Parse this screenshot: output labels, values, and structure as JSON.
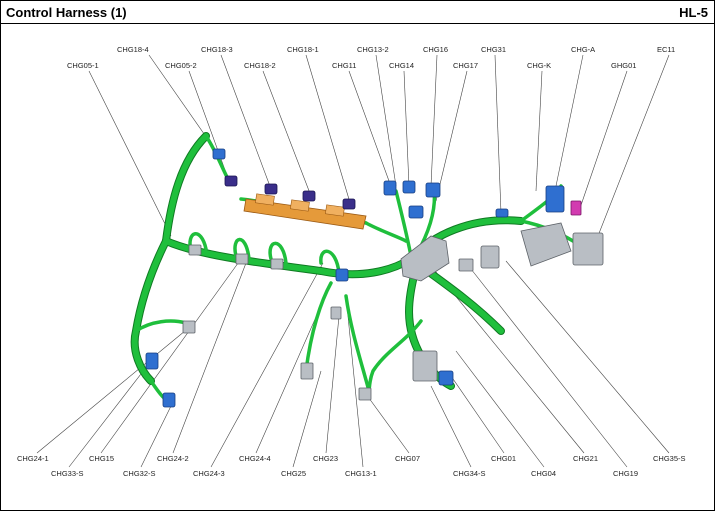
{
  "header": {
    "title": "Control Harness (1)",
    "page_id": "HL-5"
  },
  "colors": {
    "harness": "#1fbf3c",
    "harness_edge": "#0f7a22",
    "connector_blue": "#2f6fd0",
    "connector_gray": "#b9bec4",
    "connector_orange": "#e59a3a",
    "connector_purple": "#3a2e8a",
    "connector_magenta": "#d23bb0",
    "leader_line": "#444444"
  },
  "labels_top": [
    {
      "id": "CHG05-1",
      "text": "CHG05-1"
    },
    {
      "id": "CHG18-4",
      "text": "CHG18-4"
    },
    {
      "id": "CHG05-2",
      "text": "CHG05-2"
    },
    {
      "id": "CHG18-3",
      "text": "CHG18-3"
    },
    {
      "id": "CHG18-2",
      "text": "CHG18-2"
    },
    {
      "id": "CHG18-1",
      "text": "CHG18-1"
    },
    {
      "id": "CHG11",
      "text": "CHG11"
    },
    {
      "id": "CHG13-2",
      "text": "CHG13-2"
    },
    {
      "id": "CHG14",
      "text": "CHG14"
    },
    {
      "id": "CHG16",
      "text": "CHG16"
    },
    {
      "id": "CHG17",
      "text": "CHG17"
    },
    {
      "id": "CHG31",
      "text": "CHG31"
    },
    {
      "id": "CHG-K",
      "text": "CHG-K"
    },
    {
      "id": "CHG-A",
      "text": "CHG-A"
    },
    {
      "id": "GHG01",
      "text": "GHG01"
    },
    {
      "id": "EC11",
      "text": "EC11"
    }
  ],
  "labels_bottom": [
    {
      "id": "CHG24-1",
      "text": "CHG24-1"
    },
    {
      "id": "CHG33-S",
      "text": "CHG33-S"
    },
    {
      "id": "CHG15",
      "text": "CHG15"
    },
    {
      "id": "CHG32-S",
      "text": "CHG32-S"
    },
    {
      "id": "CHG24-2",
      "text": "CHG24-2"
    },
    {
      "id": "CHG24-3",
      "text": "CHG24-3"
    },
    {
      "id": "CHG24-4",
      "text": "CHG24-4"
    },
    {
      "id": "CHG25",
      "text": "CHG25"
    },
    {
      "id": "CHG23",
      "text": "CHG23"
    },
    {
      "id": "CHG13-1",
      "text": "CHG13-1"
    },
    {
      "id": "CHG07",
      "text": "CHG07"
    },
    {
      "id": "CHG34-S",
      "text": "CHG34-S"
    },
    {
      "id": "CHG01",
      "text": "CHG01"
    },
    {
      "id": "CHG04",
      "text": "CHG04"
    },
    {
      "id": "CHG21",
      "text": "CHG21"
    },
    {
      "id": "CHG19",
      "text": "CHG19"
    },
    {
      "id": "CHG35-S",
      "text": "CHG35-S"
    }
  ]
}
